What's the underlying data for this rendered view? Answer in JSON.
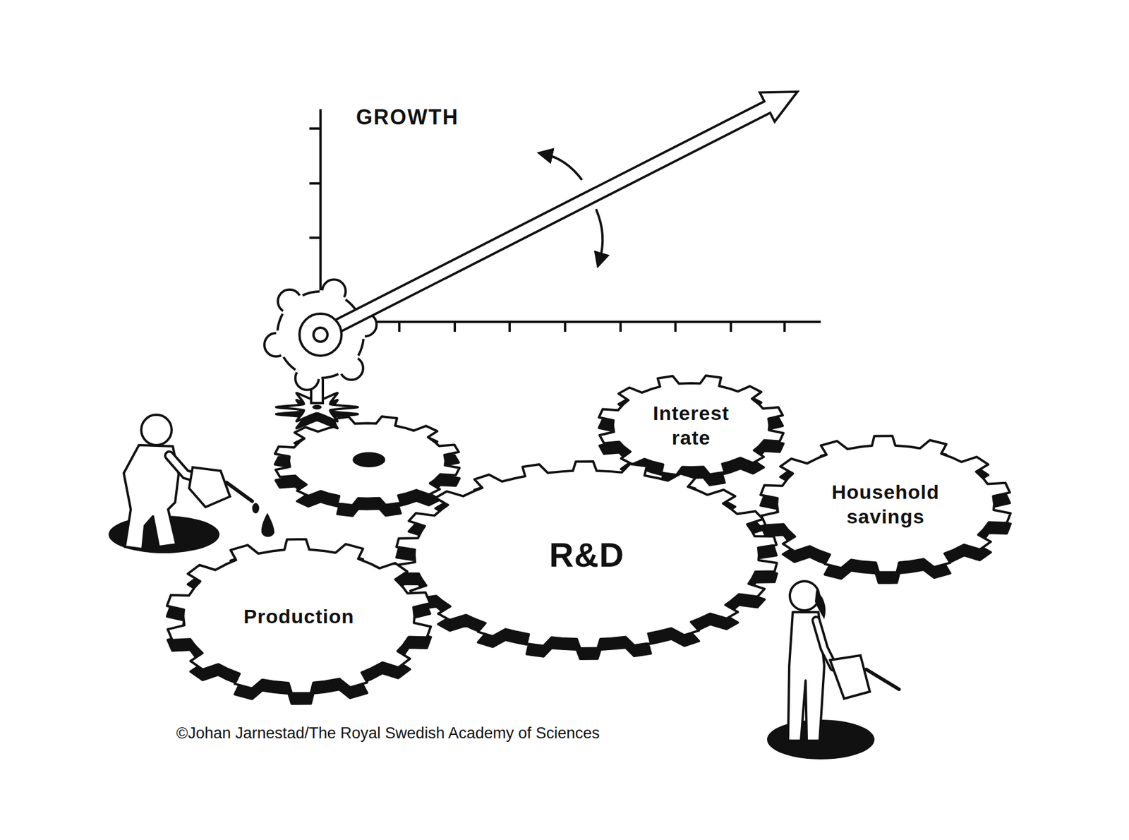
{
  "diagram": {
    "nodes": [
      {
        "text": [
          "Interest rate"
        ]
      },
      {
        "text": [
          "Household savings"
        ]
      },
      {
        "text": [
          "R&D"
        ]
      },
      {
        "text": [
          "Production"
        ]
      }
    ],
    "labels": [
      "GROWTH",
      "©Johan Jarnestad/The Royal Swedish Academy of Sciences"
    ]
  }
}
